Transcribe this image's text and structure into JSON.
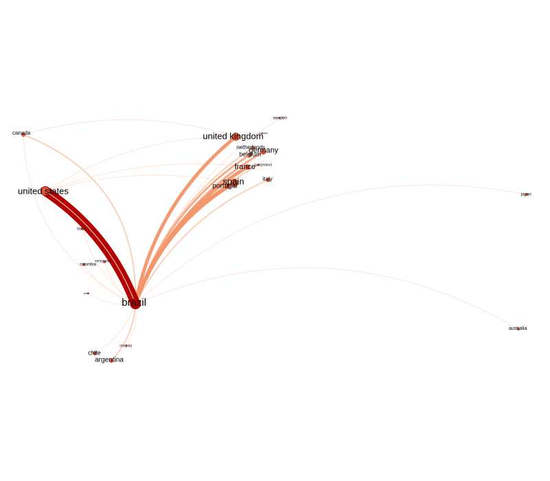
{
  "diagram": {
    "type": "network",
    "hub": "brazil",
    "colors": {
      "node": "#d9583f",
      "hub_node": "#b80000",
      "edge_strong": "#b30000",
      "edge_mid": "#f3956c",
      "edge_light": "#f8c9ae",
      "edge_faint": "#fde6d8",
      "label": "#000000"
    },
    "nodes": [
      {
        "id": "brazil",
        "label": "brazil"
      },
      {
        "id": "united_states",
        "label": "united states"
      },
      {
        "id": "canada",
        "label": "canada"
      },
      {
        "id": "cuba",
        "label": "cuba"
      },
      {
        "id": "venezuela",
        "label": "venezuela"
      },
      {
        "id": "colombia",
        "label": "colombia"
      },
      {
        "id": "peru",
        "label": "peru"
      },
      {
        "id": "chile",
        "label": "chile"
      },
      {
        "id": "argentina",
        "label": "argentina"
      },
      {
        "id": "uruguay",
        "label": "uruguay"
      },
      {
        "id": "united_kingdom",
        "label": "united kingdom"
      },
      {
        "id": "netherlands",
        "label": "netherlands"
      },
      {
        "id": "germany",
        "label": "germany"
      },
      {
        "id": "belgium",
        "label": "belgium"
      },
      {
        "id": "switzerland",
        "label": "switzerland"
      },
      {
        "id": "sweden",
        "label": "sweden"
      },
      {
        "id": "france",
        "label": "france"
      },
      {
        "id": "spain",
        "label": "spain"
      },
      {
        "id": "portugal",
        "label": "portugal"
      },
      {
        "id": "italy",
        "label": "italy"
      },
      {
        "id": "japan",
        "label": "japan"
      },
      {
        "id": "australia",
        "label": "australia"
      },
      {
        "id": "poland",
        "label": "poland"
      }
    ],
    "edges": [
      {
        "source": "brazil",
        "target": "united_states",
        "strength": "strongest"
      },
      {
        "source": "brazil",
        "target": "united_kingdom",
        "strength": "strong"
      },
      {
        "source": "brazil",
        "target": "spain",
        "strength": "strong"
      },
      {
        "source": "brazil",
        "target": "portugal",
        "strength": "strong"
      },
      {
        "source": "brazil",
        "target": "france",
        "strength": "strong"
      },
      {
        "source": "brazil",
        "target": "germany",
        "strength": "medium"
      },
      {
        "source": "brazil",
        "target": "belgium",
        "strength": "medium"
      },
      {
        "source": "brazil",
        "target": "netherlands",
        "strength": "light"
      },
      {
        "source": "brazil",
        "target": "switzerland",
        "strength": "light"
      },
      {
        "source": "brazil",
        "target": "italy",
        "strength": "light"
      },
      {
        "source": "brazil",
        "target": "canada",
        "strength": "light"
      },
      {
        "source": "brazil",
        "target": "argentina",
        "strength": "light"
      },
      {
        "source": "brazil",
        "target": "chile",
        "strength": "faint"
      },
      {
        "source": "brazil",
        "target": "uruguay",
        "strength": "faint"
      },
      {
        "source": "brazil",
        "target": "cuba",
        "strength": "faint"
      },
      {
        "source": "brazil",
        "target": "venezuela",
        "strength": "faint"
      },
      {
        "source": "brazil",
        "target": "colombia",
        "strength": "faint"
      },
      {
        "source": "brazil",
        "target": "peru",
        "strength": "faint"
      },
      {
        "source": "brazil",
        "target": "sweden",
        "strength": "faint"
      },
      {
        "source": "brazil",
        "target": "japan",
        "strength": "faint"
      },
      {
        "source": "brazil",
        "target": "australia",
        "strength": "faint"
      },
      {
        "source": "united_states",
        "target": "spain",
        "strength": "faint"
      },
      {
        "source": "united_states",
        "target": "united_kingdom",
        "strength": "faint"
      },
      {
        "source": "united_states",
        "target": "france",
        "strength": "faint"
      },
      {
        "source": "canada",
        "target": "united_kingdom",
        "strength": "faint"
      },
      {
        "source": "canada",
        "target": "brazil",
        "strength": "faint"
      }
    ]
  }
}
